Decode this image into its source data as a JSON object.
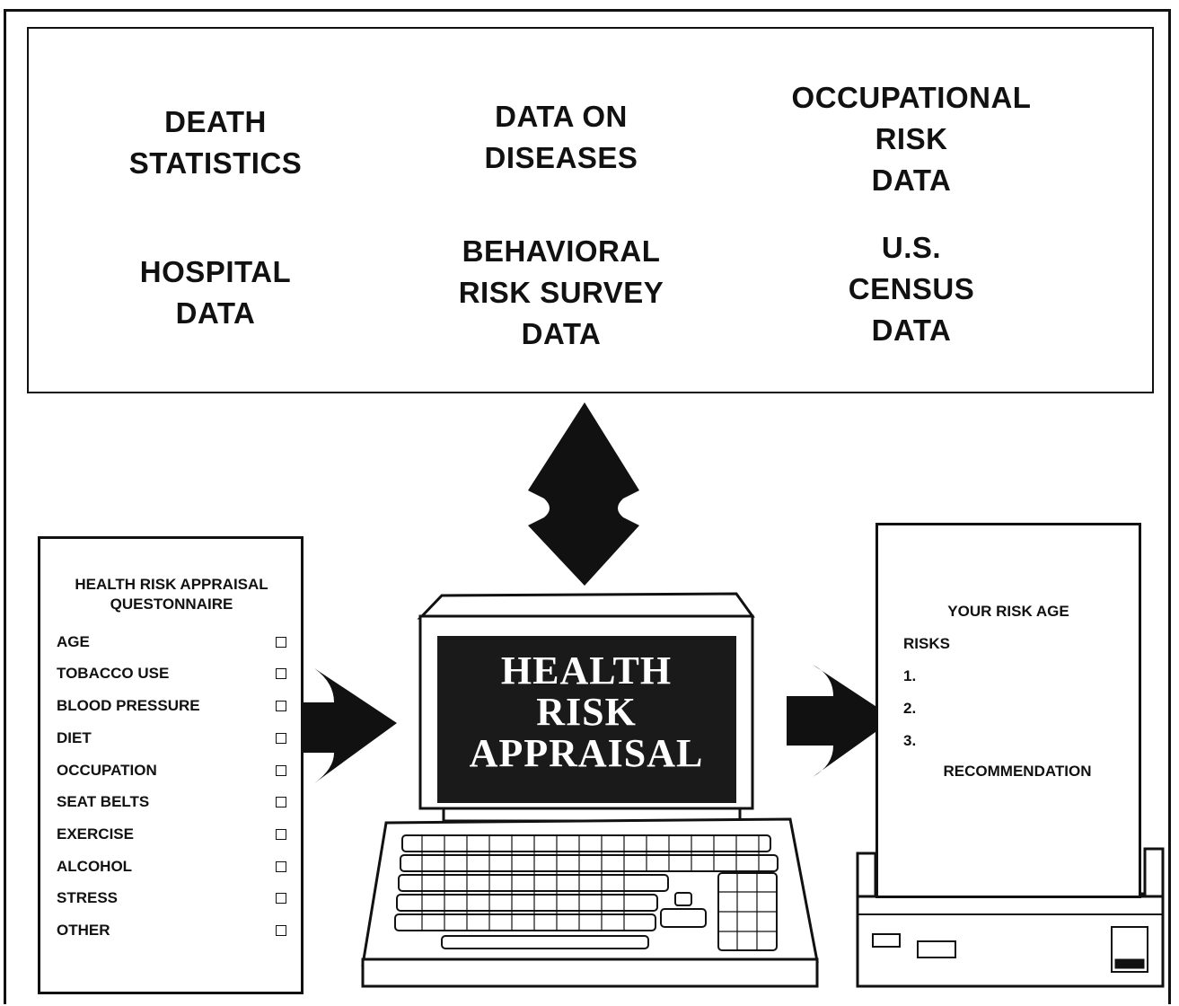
{
  "sources": [
    {
      "text": "DEATH\nSTATISTICS"
    },
    {
      "text": "DATA ON\nDISEASES"
    },
    {
      "text": "OCCUPATIONAL\nRISK\nDATA"
    },
    {
      "text": "HOSPITAL\nDATA"
    },
    {
      "text": "BEHAVIORAL\nRISK SURVEY\nDATA"
    },
    {
      "text": "U.S.\nCENSUS\nDATA"
    }
  ],
  "questionnaire": {
    "title": "HEALTH RISK APPRAISAL\nQUESTONNAIRE",
    "items": [
      "AGE",
      "TOBACCO USE",
      "BLOOD PRESSURE",
      "DIET",
      "OCCUPATION",
      "SEAT BELTS",
      "EXERCISE",
      "ALCOHOL",
      "STRESS",
      "OTHER"
    ]
  },
  "computer": {
    "screen_text": "HEALTH\nRISK\nAPPRAISAL",
    "screen_color": "#1a1a1a"
  },
  "report": {
    "heading": "YOUR RISK AGE",
    "risks_label": "RISKS",
    "risk_items": [
      "1.",
      "2.",
      "3."
    ],
    "recommendation": "RECOMMENDATION"
  },
  "colors": {
    "ink": "#111111",
    "paper": "#ffffff"
  },
  "icons": {
    "bidirectional_arrow": "double-arrow-icon",
    "flow_arrow": "right-arrow-icon"
  }
}
